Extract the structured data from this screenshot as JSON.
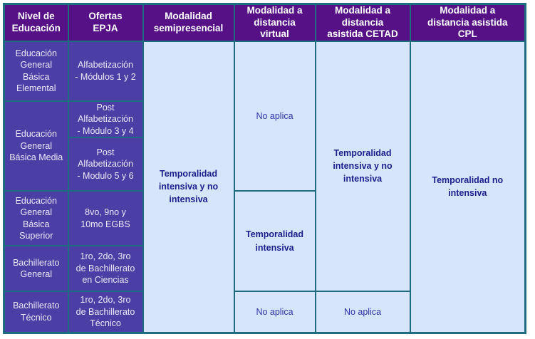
{
  "table": {
    "columns": [
      "Nivel de\nEducación",
      "Ofertas\nEPJA",
      "Modalidad\nsemipresencial",
      "Modalidad a\ndistancia\nvirtual",
      "Modalidad a\ndistancia\nasistida CETAD",
      "Modalidad a\ndistancia asistida\nCPL"
    ],
    "rows": {
      "elemental": {
        "nivel": "Educación\nGeneral\nBásica\nElemental",
        "oferta": "Alfabetización\n- Módulos 1 y 2"
      },
      "media": {
        "nivel": "Educación\nGeneral\nBásica Media",
        "oferta_modulo_3_4": "Post\nAlfabetización\n- Módulo 3 y 4",
        "oferta_modulo_5_6": "Post\nAlfabetización\n- Modulo 5 y 6"
      },
      "superior": {
        "nivel": "Educación\nGeneral\nBásica\nSuperior",
        "oferta": "8vo, 9no y\n10mo EGBS"
      },
      "bachillerato_general": {
        "nivel": "Bachillerato\nGeneral",
        "oferta": "1ro, 2do, 3ro\nde Bachillerato\nen Ciencias"
      },
      "bachillerato_tecnico": {
        "nivel": "Bachillerato\nTécnico",
        "oferta": "1ro, 2do, 3ro\nde Bachillerato\nTécnico"
      }
    },
    "cells": {
      "semipresencial_todos": "Temporalidad\nintensiva y no\nintensiva",
      "virtual_basica": "No aplica",
      "virtual_superior_bachillerato": "Temporalidad\nintensiva",
      "virtual_tecnico": "No aplica",
      "cetad_todos": "Temporalidad\nintensiva y no\nintensiva",
      "cetad_tecnico": "No aplica",
      "cpl_todos": "Temporalidad no\nintensiva"
    }
  },
  "colors": {
    "header_bg": "#561187",
    "nivel_bg": "#4B3EA5",
    "cell_bg": "#D7E5FA",
    "border": "#1D6C80",
    "header_text": "#FFFFFF",
    "nivel_text": "#EDE9F8",
    "emphasis_text": "#1B1E8C",
    "no_aplica_text": "#2F33A8"
  }
}
